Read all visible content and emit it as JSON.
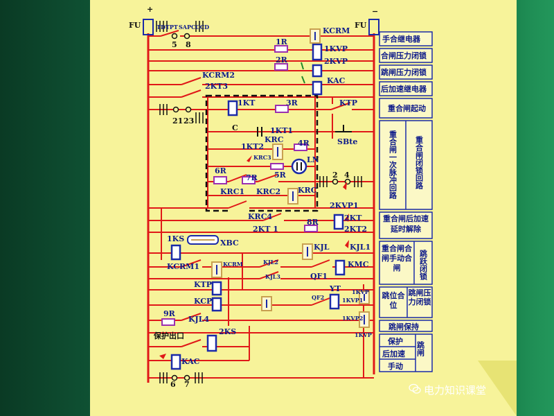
{
  "colors": {
    "background_dark": "#0b4a2e",
    "panel": "#f7f39a",
    "wire": "#e01818",
    "component": "#1a2aa8",
    "label": "#0d1a8a",
    "resistor": "#9b2fb0",
    "relay_box": "#c8a050"
  },
  "bus": {
    "plus": "+",
    "minus": "−",
    "fu_left": "FU",
    "fu_right": "FU"
  },
  "top_switches": {
    "label_group": "TDTPT",
    "sa": "SA",
    "pcccd": "PCCCD",
    "n5": "5",
    "n8": "8"
  },
  "components": {
    "kcrm_top": "KCRM",
    "r1": "1R",
    "kvp1": "1KVP",
    "r2": "2R",
    "kvp2": "2KVP",
    "kac_top": "KAC",
    "kcrm2": "KCRM2",
    "kt3": "2KT3",
    "kt1": "1KT",
    "r3": "3R",
    "ktp_top": "KTP",
    "n21": "21",
    "n23": "23",
    "c": "C",
    "kt1_1": "1KT1",
    "krc": "KRC",
    "sbte": "SBte",
    "kt1_2": "1KT2",
    "krc3": "KRC3",
    "r4": "4R",
    "ln": "LN",
    "r5": "5R",
    "r6": "6R",
    "r7": "7R",
    "n2": "2",
    "n4": "4",
    "krc1": "KRC1",
    "krc2": "KRC2",
    "krc_b": "KRC",
    "kvp1_2": "2KVP1",
    "krc4": "KRC4",
    "kt2": "2KT",
    "r8": "8R",
    "kt1_3": "2KT 1",
    "kt2_2": "2KT2",
    "ks1": "1KS",
    "xbc": "XBC",
    "kjl": "KJL",
    "kjl1": "KJL1",
    "kcrm1": "KCRM1",
    "kcrm_mid": "KCRM",
    "kjl2": "KJL2",
    "kjl3": "KJL3",
    "kmc": "KMC",
    "qf1": "QF1",
    "ktp_mid": "KTP",
    "yt": "YT",
    "kvp_1b": "1KVP",
    "kcp": "KCP",
    "qf2": "QF2",
    "kvp1_s": "1KVP1",
    "kvp2_s": "1KVP2",
    "r9": "9R",
    "kjl4": "KJL4",
    "ks2": "2KS",
    "protect_out": "保护出口",
    "kvp_1c": "1KVP",
    "kac_bot": "KAC",
    "n6": "6",
    "n7": "7"
  },
  "function_table": {
    "r1": "手合继电器",
    "r2": "合闸压力闭锁",
    "r3": "跳闸压力闭锁",
    "r4": "后加速继电器",
    "r5": "重合闸起动",
    "r6a": "重合闸一次脉冲回路",
    "r6b": "重合闸闭锁回路",
    "r7": "重合闸后加速延时解除",
    "r8a": "重合闸合闸手动合闸",
    "r8b": "跳跃闭锁",
    "r9a": "跳位合位",
    "r9b": "跳闸压力闭锁",
    "r10": "跳闸保持",
    "r11a": "保护",
    "r11b": "后加速",
    "r11c": "手动",
    "r11d": "跳闸"
  },
  "watermark": "电力知识课堂"
}
